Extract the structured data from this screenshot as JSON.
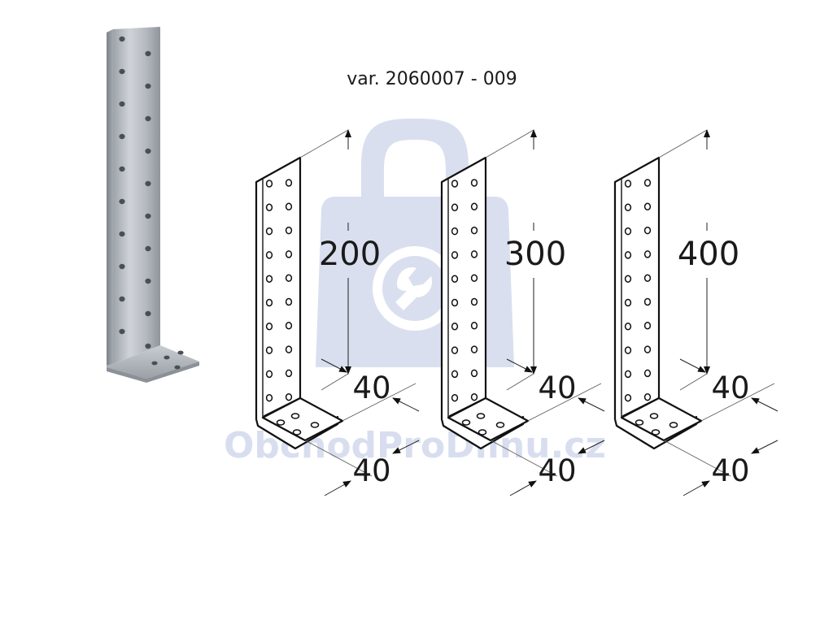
{
  "caption": "var. 2060007 - 009",
  "watermark": {
    "text": "ObchodProDilnu.cz",
    "color": "#d8deef",
    "icon": "padlock-wrench-icon"
  },
  "photo": {
    "icon": "galvanized-angle-bracket-photo"
  },
  "variants": [
    {
      "height": "200",
      "width": "40",
      "depth": "40"
    },
    {
      "height": "300",
      "width": "40",
      "depth": "40"
    },
    {
      "height": "400",
      "width": "40",
      "depth": "40"
    }
  ],
  "colors": {
    "ink": "#111111",
    "metal": "#b7bcc2",
    "watermark": "#d8deef"
  }
}
